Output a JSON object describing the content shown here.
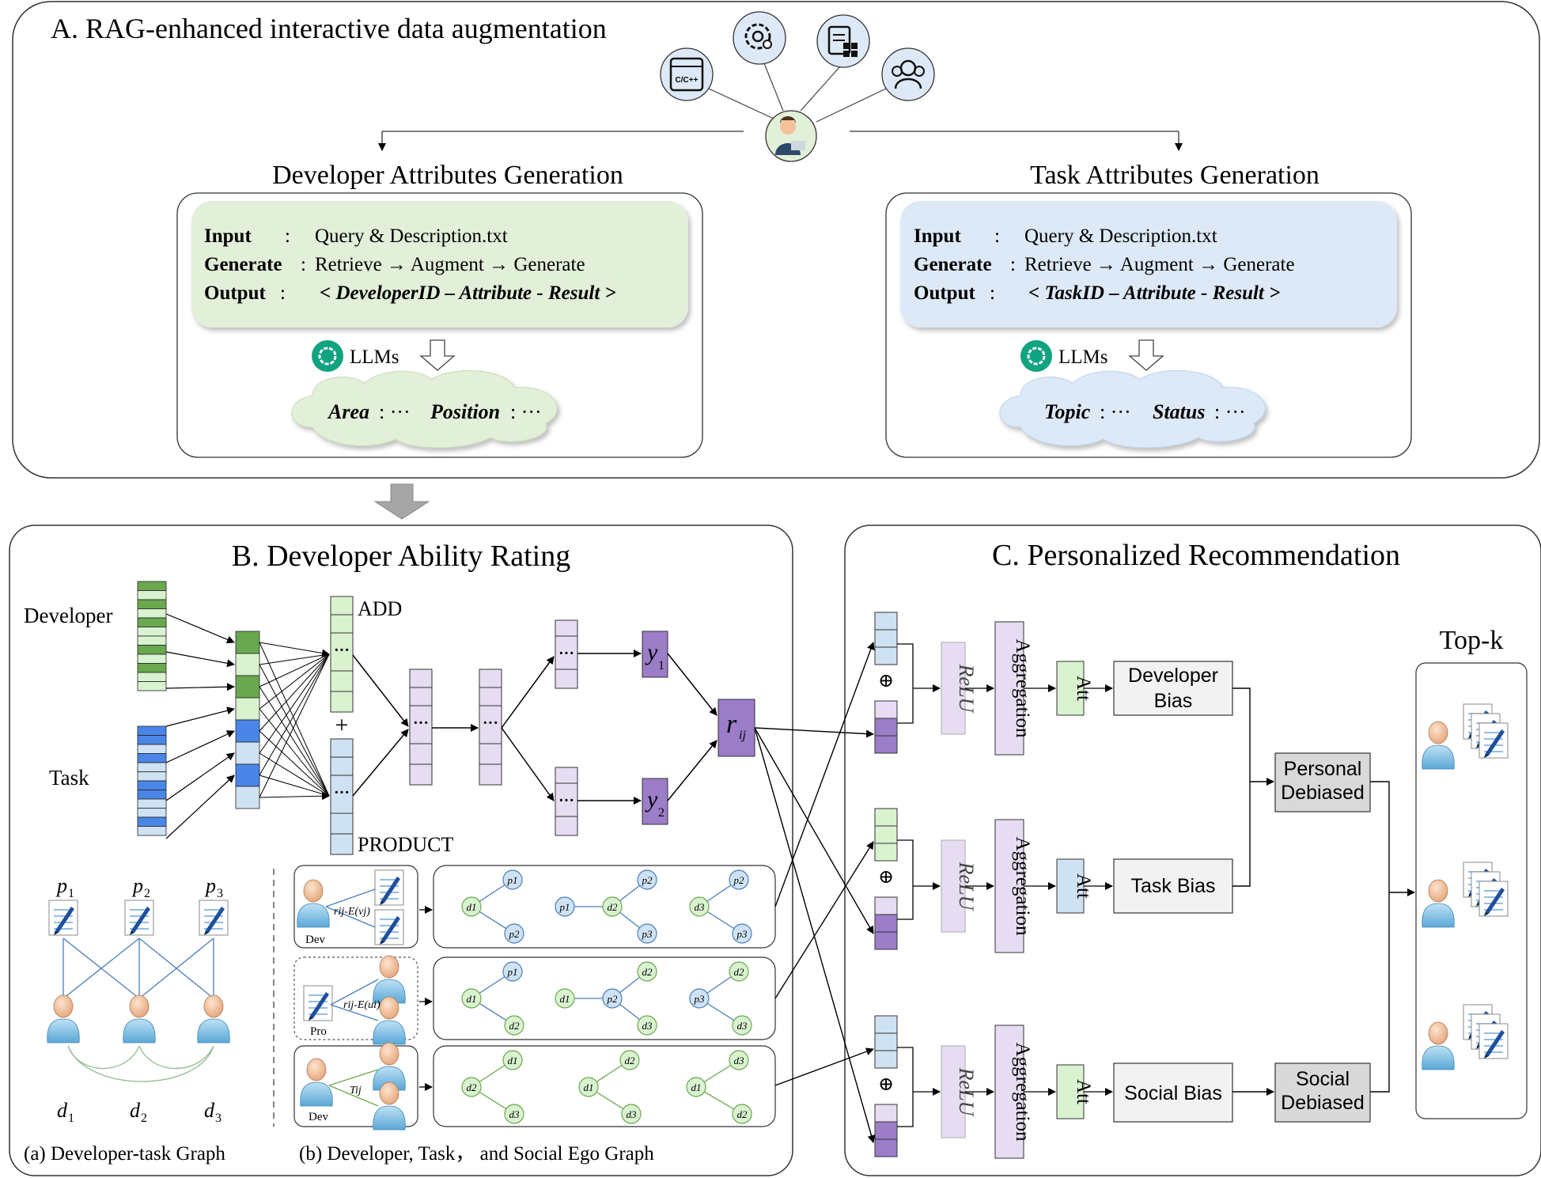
{
  "panel_a": {
    "title": "A. RAG-enhanced interactive data augmentation",
    "icons": [
      "code-cpp-icon",
      "settings-user-icon",
      "task-grid-icon",
      "team-icon",
      "developer-avatar-icon"
    ],
    "icon_text": "C/C++",
    "developer": {
      "heading": "Developer Attributes Generation",
      "input_label": "Input",
      "input_value": "Query & Description.txt",
      "generate_label": "Generate",
      "generate_value": "Retrieve → Augment → Generate",
      "output_label": "Output",
      "output_value": "< DeveloperID – Attribute - Result >",
      "llm_label": "LLMs",
      "cloud_k1": "Area",
      "cloud_k2": "Position",
      "ellipsis": ": ···"
    },
    "task": {
      "heading": "Task Attributes Generation",
      "input_label": "Input",
      "input_value": "Query & Description.txt",
      "generate_label": "Generate",
      "generate_value": "Retrieve → Augment → Generate",
      "output_label": "Output",
      "output_value": "< TaskID – Attribute - Result >",
      "llm_label": "LLMs",
      "cloud_k1": "Topic",
      "cloud_k2": "Status",
      "ellipsis": ": ···"
    },
    "colon": ":"
  },
  "panel_b": {
    "title": "B. Developer Ability Rating",
    "developer_label": "Developer",
    "task_label": "Task",
    "add_label": "ADD",
    "product_label": "PRODUCT",
    "plus": "+",
    "dots": "···",
    "y1": "y",
    "y1_sub": "1",
    "y2": "y",
    "y2_sub": "2",
    "r": "r",
    "r_sub": "ij",
    "graph_a": {
      "caption": "(a) Developer-task Graph",
      "p_labels": [
        "p",
        "p",
        "p"
      ],
      "p_subs": [
        "1",
        "2",
        "3"
      ],
      "d_labels": [
        "d",
        "d",
        "d"
      ],
      "d_subs": [
        "1",
        "2",
        "3"
      ]
    },
    "graph_b": {
      "caption": "(b) Developer, Task， and Social Ego Graph",
      "row1_ego": "Dev",
      "row1_edge": "rij-E(vj)",
      "row2_ego": "Pro",
      "row2_edge": "rij-E(ui)",
      "row3_ego": "Dev",
      "row3_edge": "Tij",
      "row1_nodes": [
        "d1",
        "p1",
        "p2",
        "p1",
        "d2",
        "p2",
        "p3",
        "d3",
        "p2",
        "p3"
      ],
      "row2_nodes": [
        "d1",
        "p1",
        "d2",
        "d1",
        "p2",
        "d2",
        "d3",
        "p3",
        "d2",
        "d3"
      ],
      "row3_nodes": [
        "d2",
        "d1",
        "d3",
        "d1",
        "d2",
        "d3",
        "d1",
        "d3",
        "d2"
      ]
    }
  },
  "panel_c": {
    "title": "C. Personalized Recommendation",
    "oplus": "⊕",
    "relu": "ReLU",
    "aggregation": "Aggregation",
    "att": "Att",
    "developer_bias_1": "Developer",
    "developer_bias_2": "Bias",
    "task_bias": "Task Bias",
    "social_bias": "Social Bias",
    "personal_debiased_1": "Personal",
    "personal_debiased_2": "Debiased",
    "social_debiased_1": "Social",
    "social_debiased_2": "Debiased",
    "topk": "Top-k"
  },
  "colors": {
    "green_panel": "#e2efd9",
    "blue_panel": "#dde9f7",
    "dark_green": "#6aa84f",
    "light_green": "#d9f2d0",
    "dark_blue": "#4a86e8",
    "light_blue": "#cfe2f3",
    "lavender": "#e6ddf2",
    "purple": "#9b7dc8",
    "gray_box": "#d9d9d9",
    "light_gray_box": "#f2f2f2",
    "chatgpt": "#10a37f"
  }
}
